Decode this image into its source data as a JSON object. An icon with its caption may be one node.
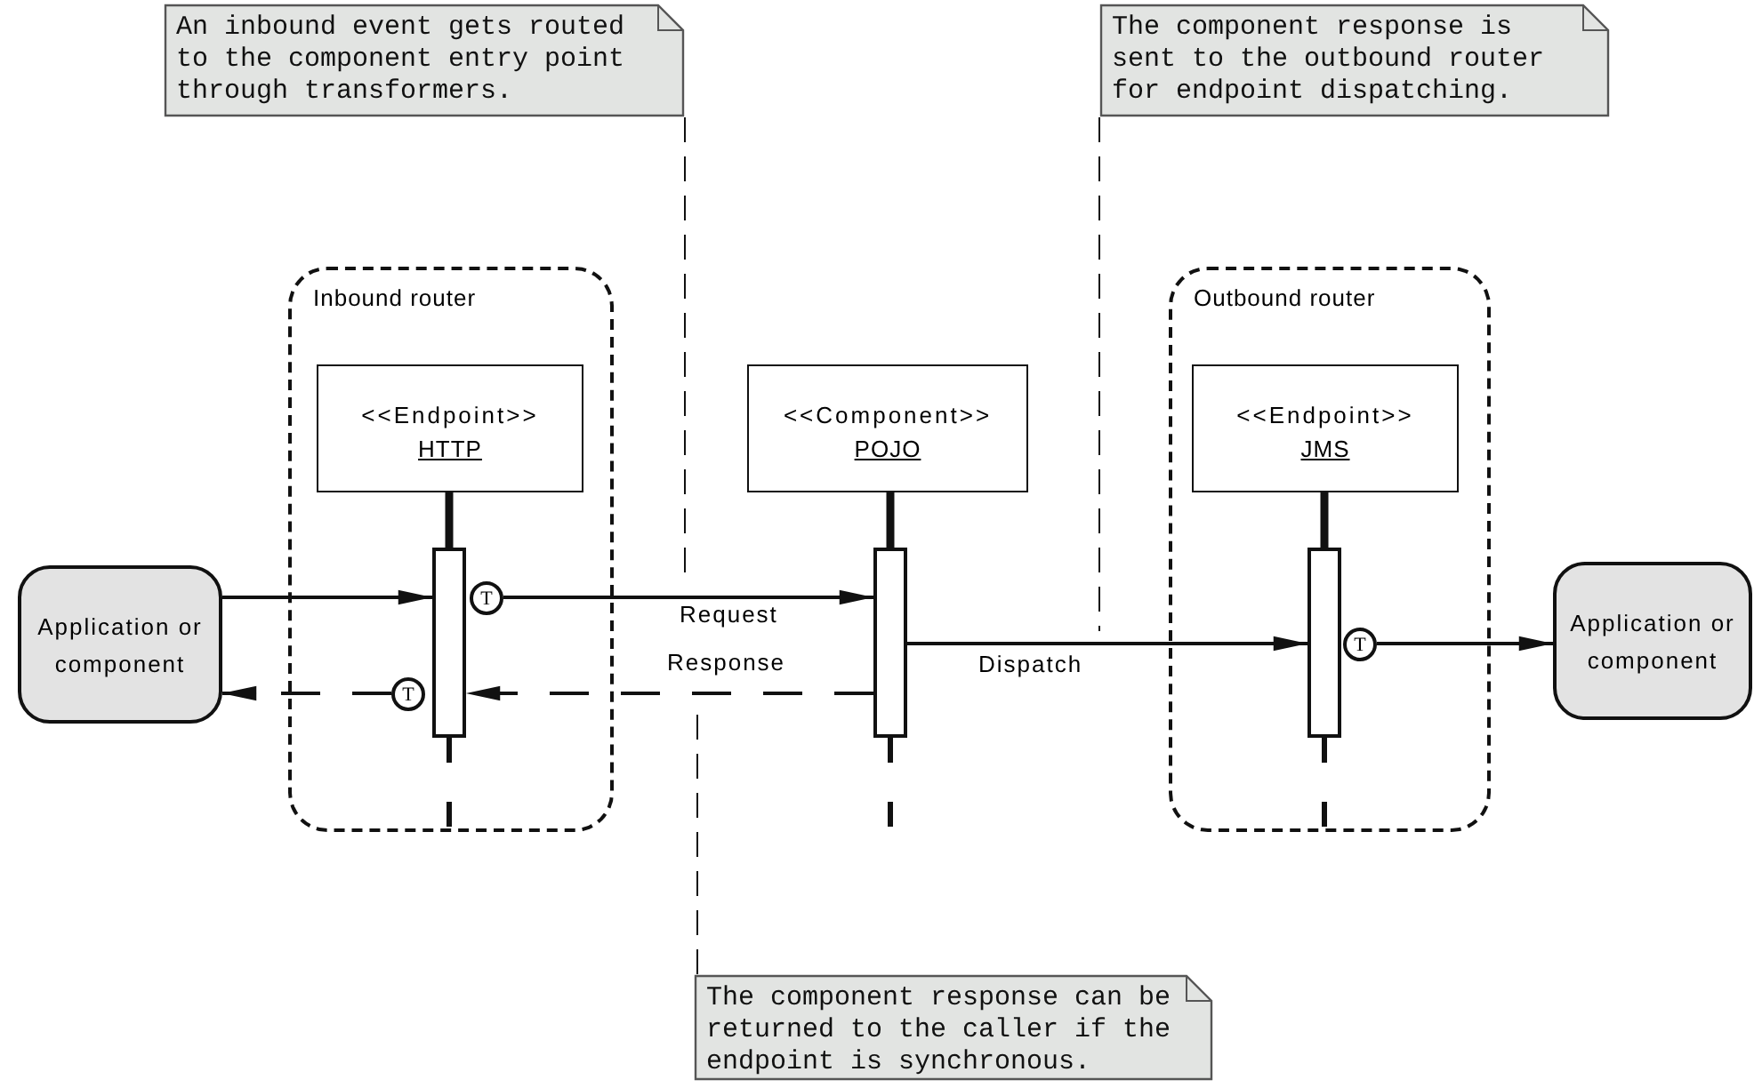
{
  "diagram": {
    "nodes": [
      {
        "text": [
          "An inbound event gets routed to the component entry point through transformers."
        ]
      },
      {
        "text": [
          "The component response is sent to the outbound router for endpoint dispatching."
        ]
      },
      {
        "text": [
          "Inbound router"
        ]
      },
      {
        "text": [
          "<<Endpoint>>",
          "HTTP"
        ],
        "in": 2
      },
      {
        "text": [],
        "shape": "bar",
        "in": 2
      },
      {
        "text": [
          "<<Component>>",
          "POJO"
        ]
      },
      {
        "text": [],
        "shape": "bar"
      },
      {
        "text": [
          "Outbound router"
        ]
      },
      {
        "text": [
          "<<Endpoint>>",
          "JMS"
        ],
        "in": 7
      },
      {
        "text": [],
        "shape": "bar",
        "in": 7
      },
      {
        "text": [
          "Application or component"
        ]
      },
      {
        "text": [
          "Application or component"
        ]
      },
      {
        "text": [
          "The component response can be returned to the caller if the endpoint is synchronous."
        ]
      },
      {
        "text": [
          "T"
        ],
        "in": 2
      },
      {
        "text": [
          "T"
        ],
        "in": 2
      },
      {
        "text": [
          "T"
        ],
        "in": 7
      }
    ],
    "edges": [
      {
        "from": 10,
        "to": 4,
        "arrow": "to"
      },
      {
        "from": 13,
        "to": 6,
        "arrow": "to",
        "label": "Request"
      },
      {
        "from": 6,
        "to": 4,
        "arrow": "to",
        "label": "Response",
        "style": "dashed"
      },
      {
        "from": 14,
        "to": 10,
        "arrow": "to",
        "style": "dashed"
      },
      {
        "from": 6,
        "to": 9,
        "arrow": "to",
        "label": "Dispatch"
      },
      {
        "from": 15,
        "to": 11,
        "arrow": "to"
      },
      {
        "from": 3,
        "to": 4,
        "arrow": "none",
        "style": "thick"
      },
      {
        "from": 5,
        "to": 6,
        "arrow": "none",
        "style": "thick"
      },
      {
        "from": 8,
        "to": 9,
        "arrow": "none",
        "style": "thick"
      },
      {
        "from": 0,
        "to": null,
        "arrow": "none",
        "style": "dashed"
      },
      {
        "from": 1,
        "to": null,
        "arrow": "none",
        "style": "dashed"
      },
      {
        "from": 12,
        "to": null,
        "arrow": "none",
        "style": "dashed"
      }
    ]
  }
}
